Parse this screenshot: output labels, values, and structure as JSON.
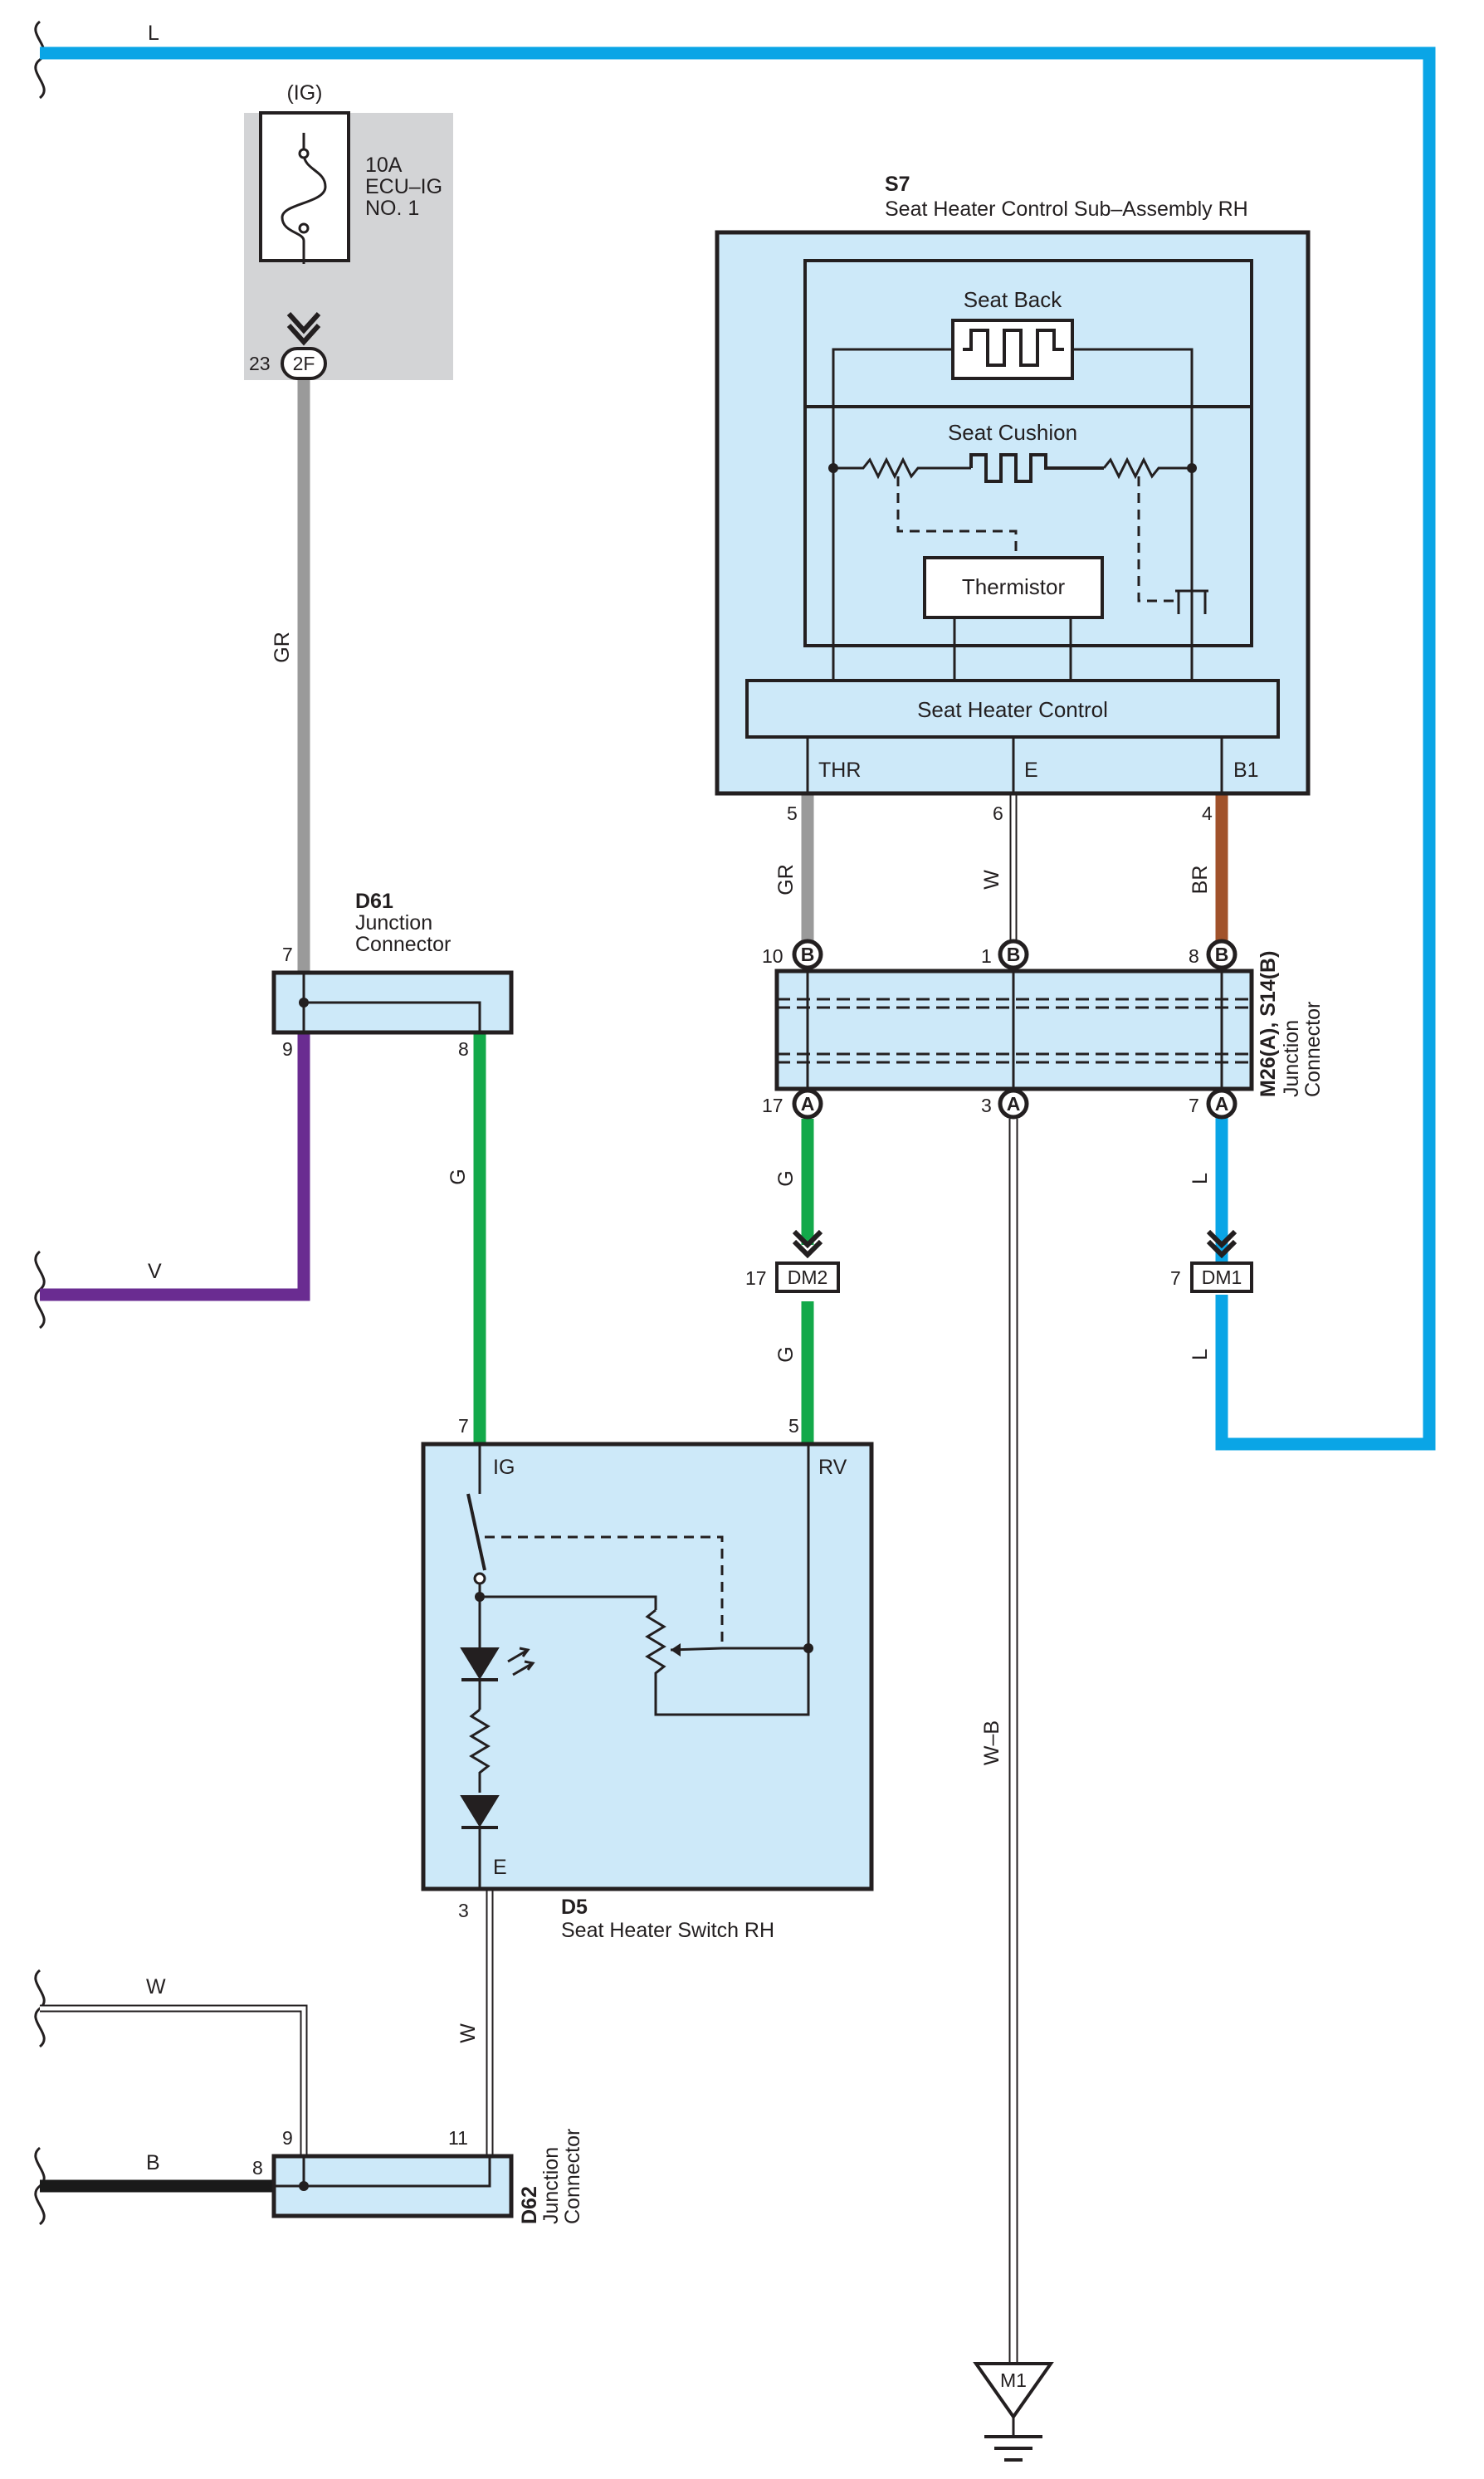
{
  "wire_colors": {
    "L": "#0aa5e6",
    "GR": "#9a9a9a",
    "V": "#6a2c91",
    "G": "#13a94a",
    "BR": "#a1522b",
    "W": "#ffffff",
    "B": "#1a1a1a",
    "body_fill": "#cde9f9",
    "fuse_fill": "#d3d4d6"
  },
  "wires": {
    "L": "L",
    "GR_left": "GR",
    "V": "V",
    "G_left": "G",
    "GR_right": "GR",
    "W_right": "W",
    "BR": "BR",
    "G_right_upper": "G",
    "G_right_lower": "G",
    "L_right_upper": "L",
    "L_right_lower": "L",
    "WB": "W–B",
    "W_bottom": "W",
    "W_left": "W",
    "B_left": "B"
  },
  "fuse": {
    "source": "(IG)",
    "rating": "10A",
    "name_line1": "ECU–IG",
    "name_line2": "NO. 1",
    "pin": "23",
    "connector": "2F"
  },
  "s7": {
    "code": "S7",
    "title": "Seat Heater Control Sub–Assembly RH",
    "seat_back": "Seat Back",
    "seat_cushion": "Seat Cushion",
    "thermistor": "Thermistor",
    "control": "Seat Heater Control",
    "terminals": [
      "THR",
      "E",
      "B1"
    ],
    "pins": [
      "5",
      "6",
      "4"
    ]
  },
  "d61": {
    "code": "D61",
    "name_line1": "Junction",
    "name_line2": "Connector",
    "pins": [
      "7",
      "9",
      "8"
    ]
  },
  "m26": {
    "code": "M26(A), S14(B)",
    "name_line1": "Junction",
    "name_line2": "Connector",
    "top_pins": [
      "10",
      "1",
      "8"
    ],
    "bottom_pins": [
      "17",
      "3",
      "7"
    ],
    "top_letter": "B",
    "bottom_letter": "A"
  },
  "dm2": {
    "label": "DM2",
    "pin": "17"
  },
  "dm1": {
    "label": "DM1",
    "pin": "7"
  },
  "d5": {
    "code": "D5",
    "title": "Seat Heater Switch RH",
    "ig": "IG",
    "rv": "RV",
    "e": "E",
    "pins": [
      "7",
      "5",
      "3"
    ]
  },
  "d62": {
    "code": "D62",
    "name_line1": "Junction",
    "name_line2": "Connector",
    "pins": [
      "9",
      "8",
      "11"
    ]
  },
  "ground": {
    "label": "M1"
  }
}
